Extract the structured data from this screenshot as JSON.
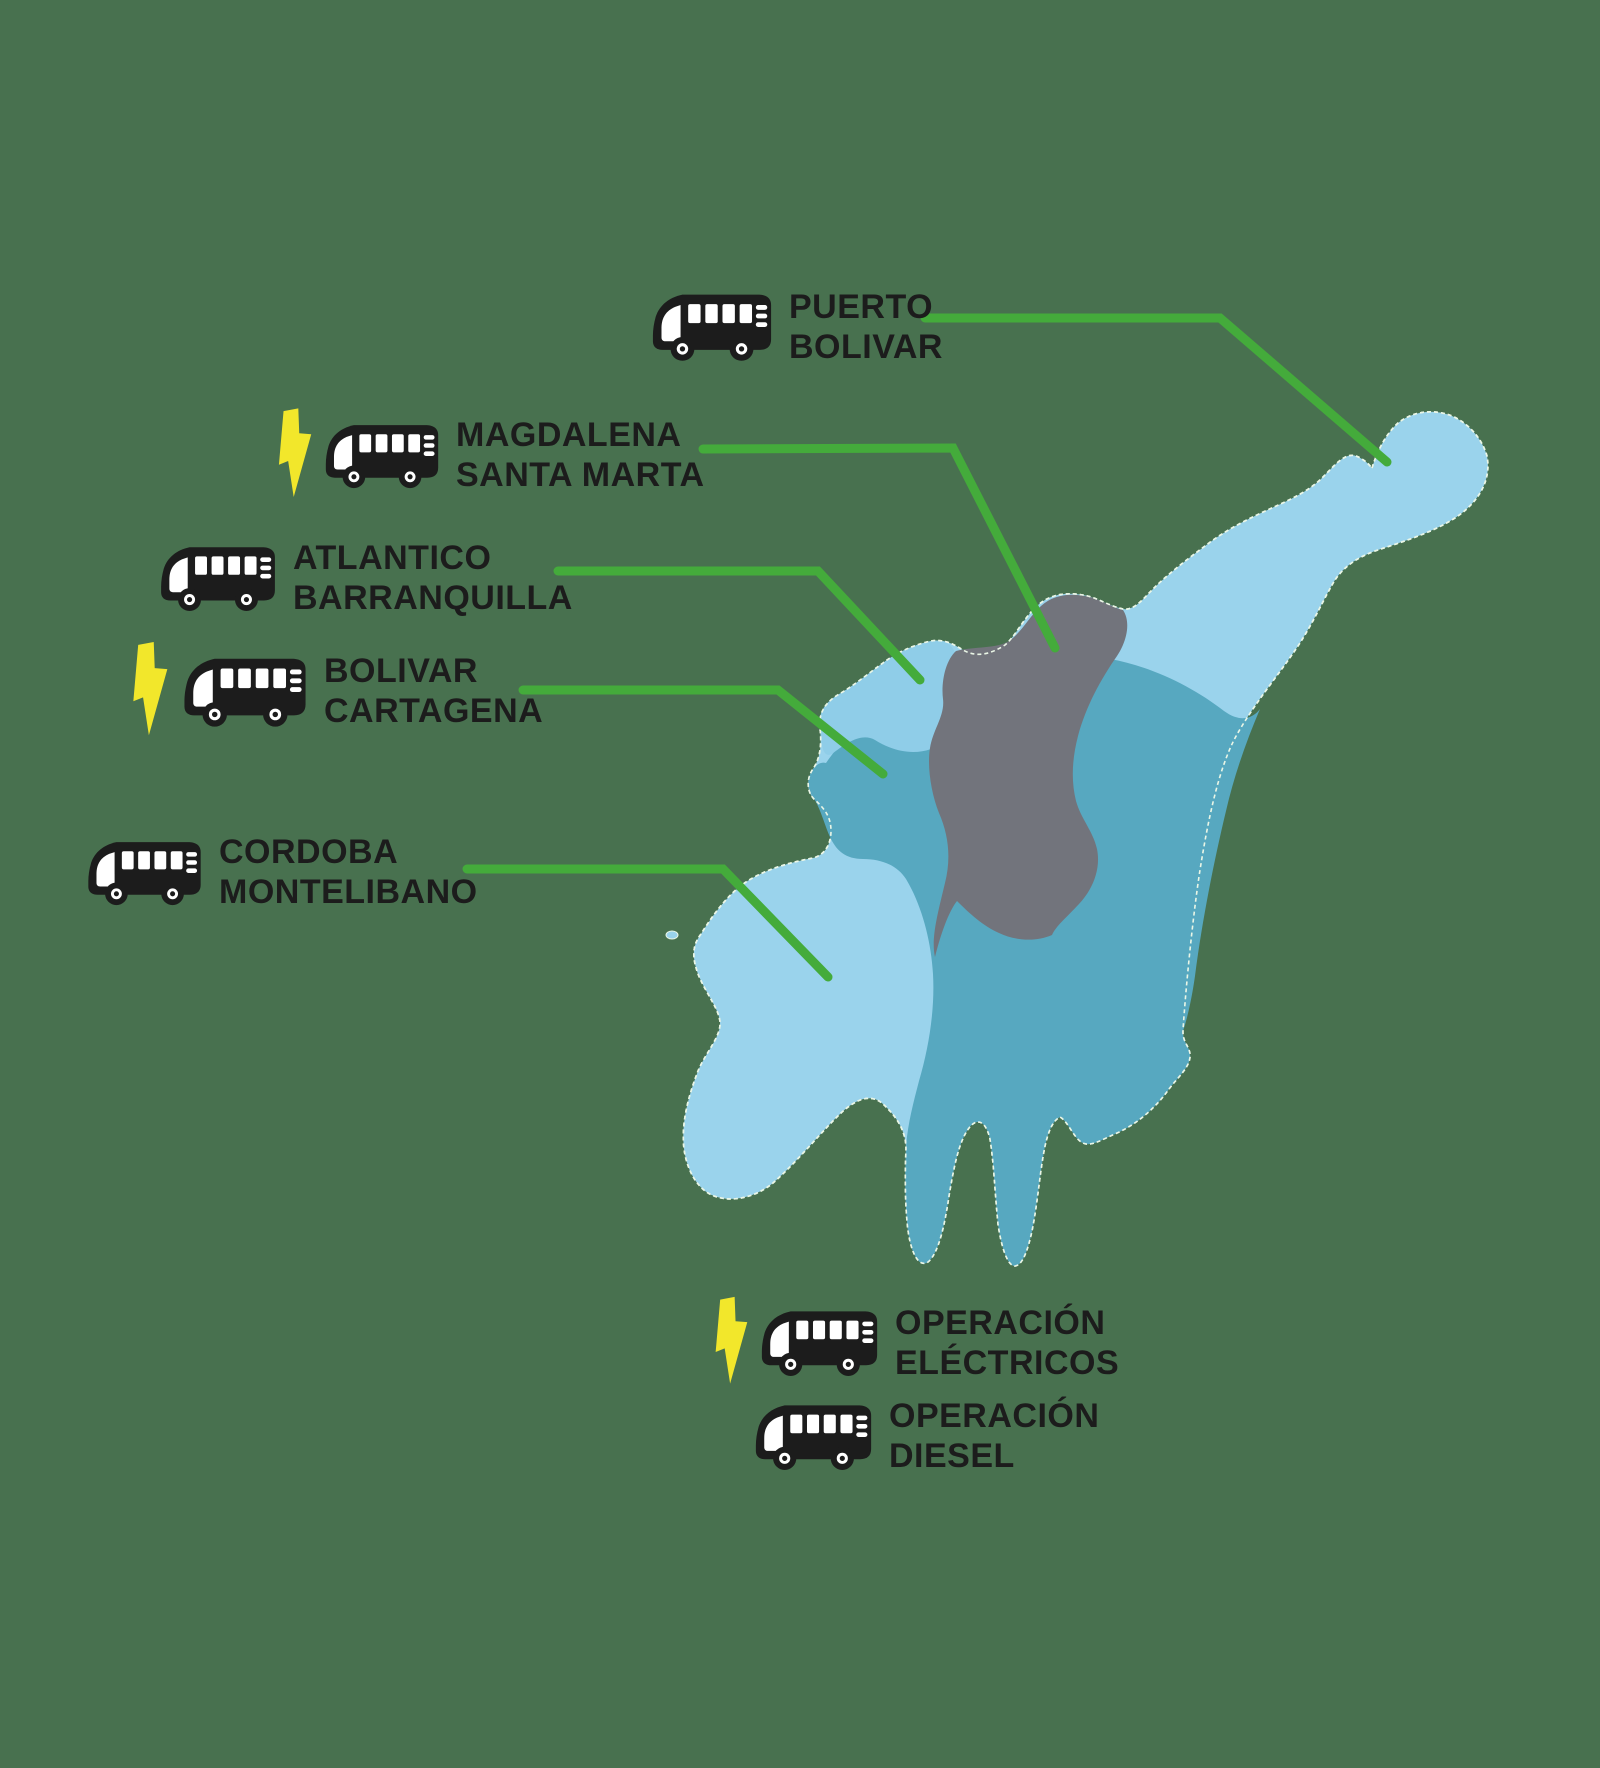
{
  "canvas": {
    "background_color": "#48714F"
  },
  "map": {
    "outline_color": "#EAF6E6",
    "leader_line_color": "#44AB3B",
    "regions": [
      {
        "id": "landmass-light-blue",
        "color": "#9AD3EC"
      },
      {
        "id": "central-teal",
        "color": "#57A8C0"
      },
      {
        "id": "atlantico-light-blue",
        "color": "#8FCDE8"
      },
      {
        "id": "central-gray",
        "color": "#72747C"
      }
    ]
  },
  "labels": [
    {
      "id": "puerto-bolivar",
      "line1": "PUERTO",
      "line2": "BOLIVAR",
      "electric": false
    },
    {
      "id": "magdalena-santa-marta",
      "line1": "MAGDALENA",
      "line2": "SANTA MARTA",
      "electric": true
    },
    {
      "id": "atlantico-barranquilla",
      "line1": "ATLANTICO",
      "line2": "BARRANQUILLA",
      "electric": false
    },
    {
      "id": "bolivar-cartagena",
      "line1": "BOLIVAR",
      "line2": "CARTAGENA",
      "electric": true
    },
    {
      "id": "cordoba-montelibano",
      "line1": "CORDOBA",
      "line2": "MONTELIBANO",
      "electric": false
    }
  ],
  "legend": [
    {
      "id": "operacion-electricos",
      "line1": "OPERACIÓN",
      "line2": "ELÉCTRICOS",
      "electric": true
    },
    {
      "id": "operacion-diesel",
      "line1": "OPERACIÓN",
      "line2": "DIESEL",
      "electric": false
    }
  ],
  "icons": {
    "bus": "bus-icon",
    "lightning": "lightning-bolt-icon",
    "bus_color": "#1C1C1C",
    "bolt_color": "#F2E72B"
  },
  "text_color": "#1C1C1C"
}
